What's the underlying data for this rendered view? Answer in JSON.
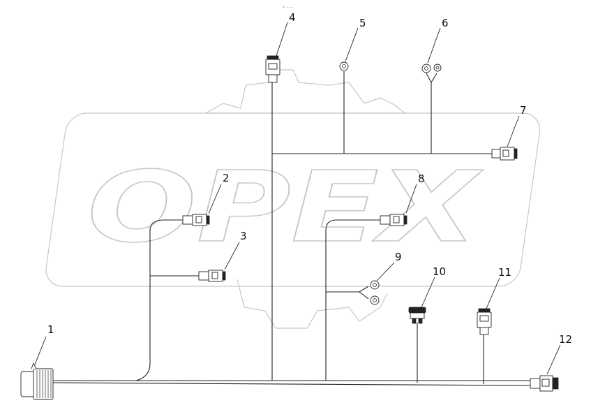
{
  "watermark": {
    "logo_text": "OPEX"
  },
  "top_mark": "~ ---",
  "callouts": [
    "1",
    "2",
    "3",
    "4",
    "5",
    "6",
    "7",
    "8",
    "9",
    "10",
    "11",
    "12"
  ],
  "colors": {
    "line": "#222222",
    "watermark": "#b0b0b0",
    "background": "#ffffff"
  }
}
